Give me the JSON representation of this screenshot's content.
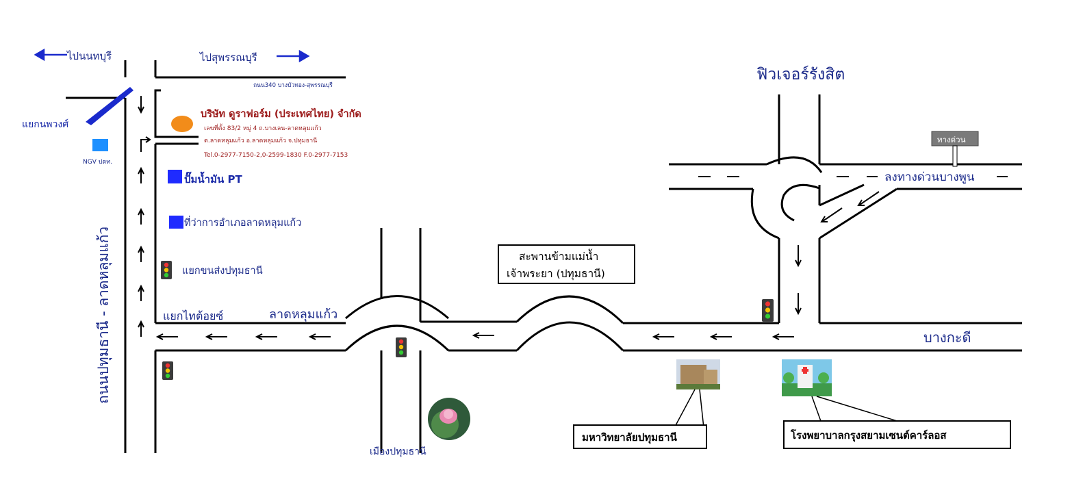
{
  "directions": {
    "to_nonthaburi": "ไปนนทบุรี",
    "to_suphanburi": "ไปสุพรรณบุรี"
  },
  "road_340": "ถนน340 บางบัวทอง-สุพรรณบุรี",
  "company": {
    "name": "บริษัท ดูราฟอร์ม (ประเทศไทย) จำกัด",
    "address_1": "เลขที่ตั้ง 83/2 หมู่ 4 ถ.บางเลน-ลาดหลุมแก้ว",
    "address_2": "ต.ลาดหลุมแก้ว อ.ลาดหลุมแก้ว จ.ปทุมธานี",
    "phone": "Tel.0-2977-7150-2,0-2599-1830 F.0-2977-7153"
  },
  "places": {
    "phuang_junction": "แยกนพวงศ์",
    "ngv": "NGV ปตท.",
    "pt_station": "ปั๊มน้ำมัน PT",
    "district_office": "ที่ว่าการอำเภอลาดหลุมแก้ว",
    "transport_junction": "แยกขนส่งปทุมธานี",
    "thai_toys_junction": "แยกไทต้อยซ์",
    "lat_lum_kaeo": "ลาดหลุมแก้ว",
    "main_road": "ถนนปทุมธานี - ลาดหลุมแก้ว",
    "future_rangsit": "ฟิวเจอร์รังสิต",
    "expressway_sign": "ทางด่วน",
    "expressway_down": "ลงทางด่วนบางพูน",
    "bridge_line1": "สะพานข้ามแม่น้ำ",
    "bridge_line2": "เจ้าพระยา (ปทุมธานี)",
    "bang_kadi": "บางกะดี",
    "mueang_pathum": "เมืองปทุมธานี",
    "university": "มหาวิทยาลัยปทุมธานี",
    "hospital": "โรงพยาบาลกรุงสยามเซนต์คาร์ลอส"
  },
  "colors": {
    "road": "#000000",
    "label_blue": "#1a2aa8",
    "label_red": "#9c1b1b",
    "marker_blue": "#1f2bff",
    "ngv_marker": "#1e90ff",
    "company_marker": "#f28c1a",
    "direction_arrow": "#1a2acc"
  }
}
